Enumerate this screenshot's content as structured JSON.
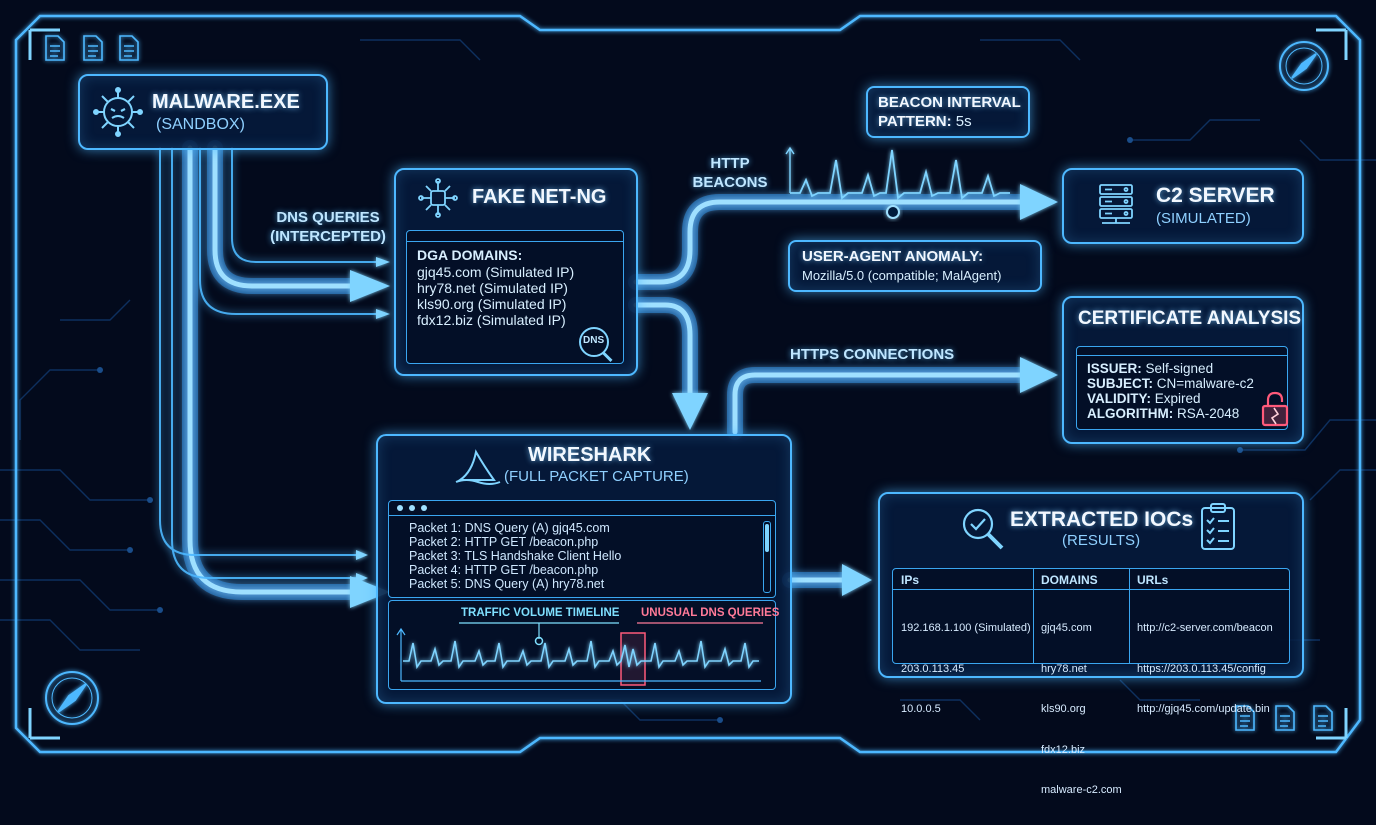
{
  "nodes": {
    "malware": {
      "title": "MALWARE.EXE",
      "subtitle": "(SANDBOX)",
      "icon": "virus-icon"
    },
    "fakenet": {
      "title": "FAKE NET-NG",
      "icon": "network-chip-icon",
      "dga_header": "DGA DOMAINS:",
      "domains": [
        "gjq45.com (Simulated IP)",
        "hry78.net (Simulated IP)",
        "kls90.org (Simulated IP)",
        "fdx12.biz (Simulated IP)"
      ],
      "badge": "DNS"
    },
    "c2": {
      "title": "C2 SERVER",
      "subtitle": "(SIMULATED)",
      "icon": "server-icon"
    },
    "beacon_interval": {
      "line1": "BEACON INTERVAL",
      "line2_key": "PATTERN:",
      "line2_val": "5s"
    },
    "user_agent": {
      "title": "USER-AGENT ANOMALY:",
      "value": "Mozilla/5.0 (compatible; MalAgent)"
    },
    "certificate": {
      "title": "CERTIFICATE ANALYSIS",
      "fields": [
        {
          "key": "ISSUER:",
          "value": "Self-signed"
        },
        {
          "key": "SUBJECT:",
          "value": "CN=malware-c2"
        },
        {
          "key": "VALIDITY:",
          "value": "Expired"
        },
        {
          "key": "ALGORITHM:",
          "value": "RSA-2048"
        }
      ],
      "icon": "broken-lock-icon"
    },
    "wireshark": {
      "title": "WIRESHARK",
      "subtitle": "(FULL PACKET CAPTURE)",
      "icon": "shark-fin-icon",
      "packets": [
        "Packet 1: DNS Query (A) gjq45.com",
        "Packet 2: HTTP GET /beacon.php",
        "Packet 3: TLS Handshake Client Hello",
        "Packet 4: HTTP GET /beacon.php",
        "Packet 5: DNS Query (A) hry78.net"
      ],
      "timeline_label": "TRAFFIC VOLUME TIMELINE",
      "anomaly_label": "UNUSUAL DNS QUERIES"
    },
    "iocs": {
      "title": "EXTRACTED IOCs",
      "subtitle": "(RESULTS)",
      "columns": [
        {
          "header": "IPs",
          "items": [
            "192.168.1.100 (Simulated)",
            "203.0.113.45",
            "10.0.0.5"
          ]
        },
        {
          "header": "DOMAINS",
          "items": [
            "gjq45.com",
            "hry78.net",
            "kls90.org",
            "fdx12.biz",
            "malware-c2.com"
          ]
        },
        {
          "header": "URLs",
          "items": [
            "http://c2-server.com/beacon",
            "https://203.0.113.45/config",
            "http://gjq45.com/update.bin"
          ]
        }
      ]
    }
  },
  "edges": {
    "dns": {
      "line1": "DNS QUERIES",
      "line2": "(INTERCEPTED)"
    },
    "http": {
      "line1": "HTTP",
      "line2": "BEACONS"
    },
    "https": {
      "label": "HTTPS CONNECTIONS"
    }
  },
  "colors": {
    "background": "#030a1c",
    "accent": "#4db8ff",
    "glow": "#7fd4ff",
    "alert": "#ff5a7a"
  }
}
